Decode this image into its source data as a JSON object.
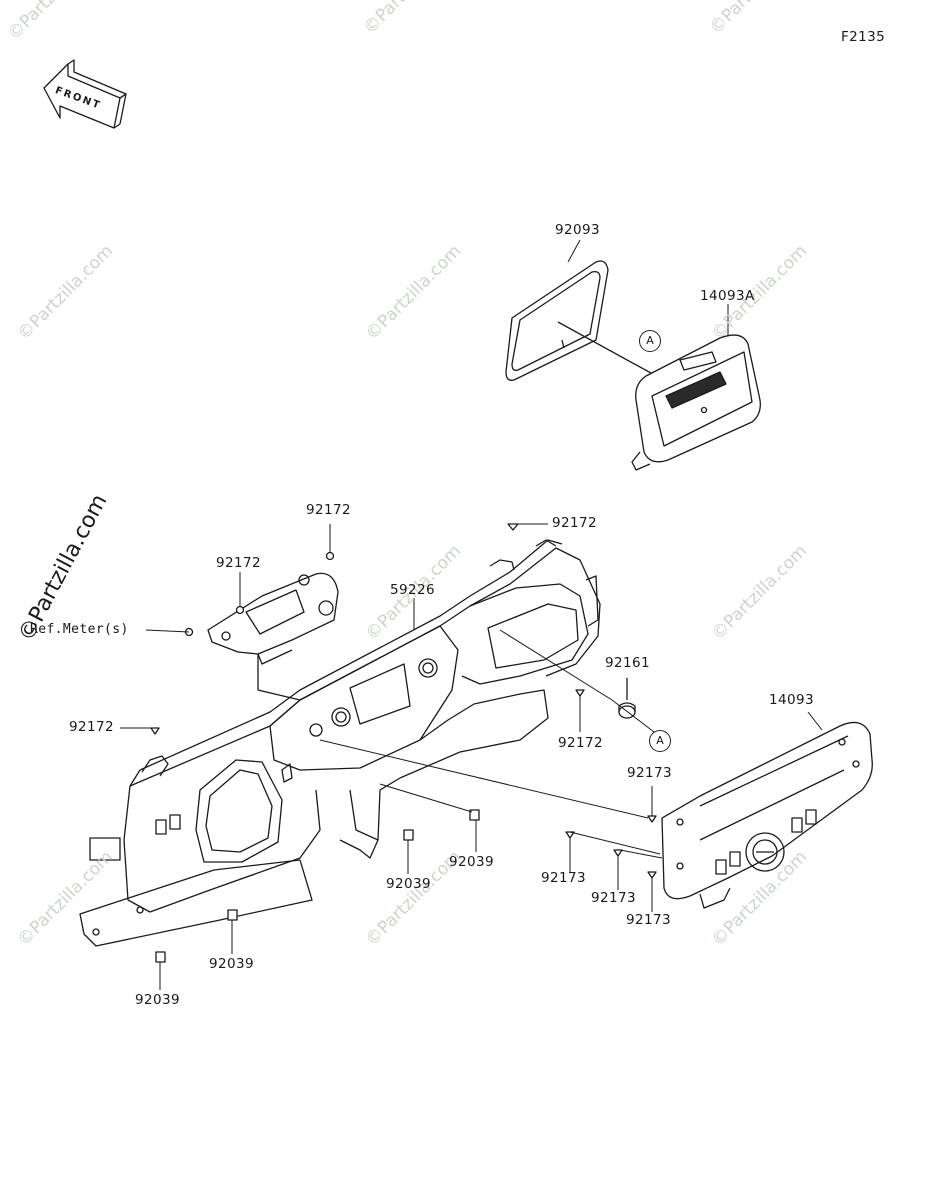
{
  "figure_code": "F2135",
  "front_label": "FRONT",
  "watermark": "©Partzilla.com",
  "callouts": {
    "a_upper": "A",
    "a_lower": "A"
  },
  "parts": {
    "p92093": "92093",
    "p14093A": "14093A",
    "p92172_top_right": "92172",
    "p92172_top_left": "92172",
    "p92172_mid_left": "92172",
    "ref_meter": "Ref.Meter(s)",
    "p59226": "59226",
    "p92161": "92161",
    "p92172_center": "92172",
    "p14093": "14093",
    "p92172_left": "92172",
    "p92173_a": "92173",
    "p92173_b": "92173",
    "p92173_c": "92173",
    "p92173_d": "92173",
    "p92039_a": "92039",
    "p92039_b": "92039",
    "p92039_c": "92039",
    "p92039_d": "92039"
  }
}
